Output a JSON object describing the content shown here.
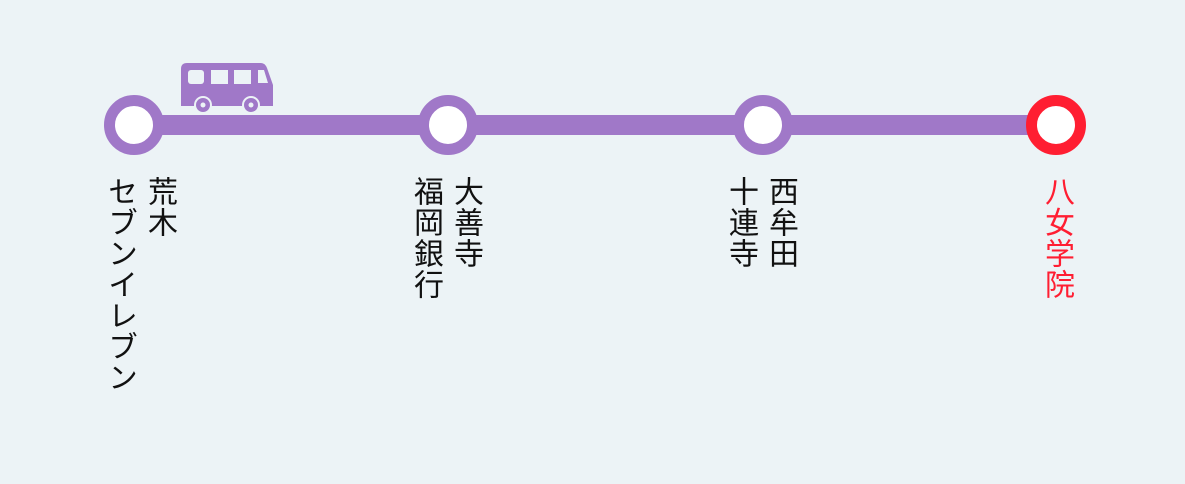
{
  "route": {
    "line_color": "#a078c8",
    "destination_color": "#ff1e32",
    "vehicle_icon": "bus-icon",
    "stops": [
      {
        "lines": [
          "荒木",
          "セブンイレブン"
        ]
      },
      {
        "lines": [
          "大善寺",
          "福岡銀行"
        ]
      },
      {
        "lines": [
          "西牟田",
          "十連寺"
        ]
      },
      {
        "lines": [
          "八女学院"
        ],
        "destination": true
      }
    ]
  }
}
